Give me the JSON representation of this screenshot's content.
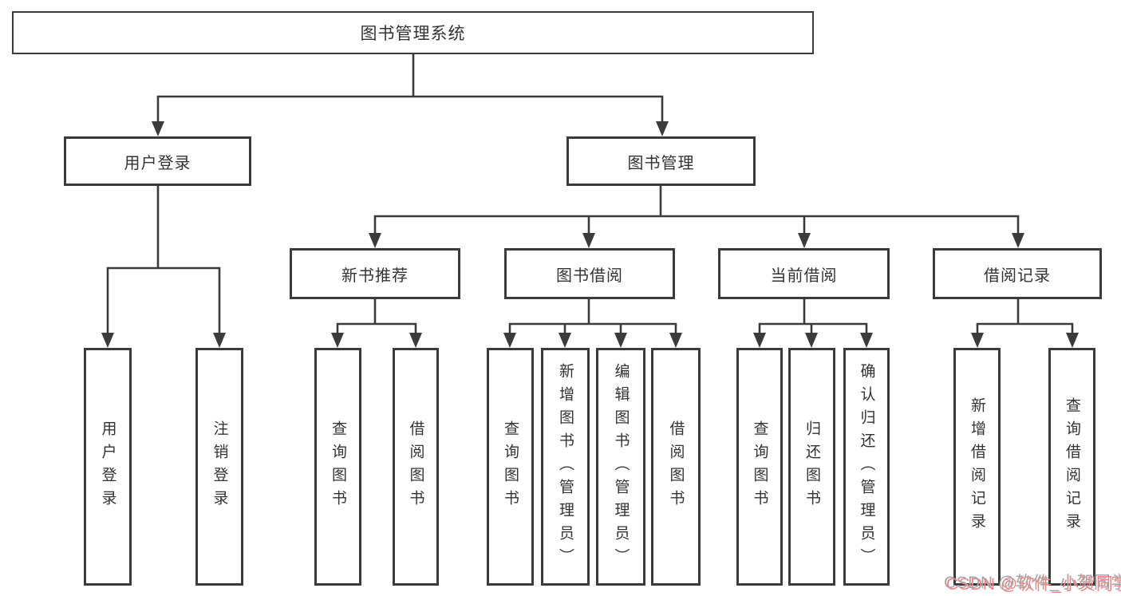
{
  "diagram_type": "functional-structure-tree",
  "tree": {
    "label": "图书管理系统",
    "children": [
      {
        "label": "用户登录",
        "children": [
          {
            "label": "用户登录"
          },
          {
            "label": "注销登录"
          }
        ]
      },
      {
        "label": "图书管理",
        "children": [
          {
            "label": "新书推荐",
            "children": [
              {
                "label": "查询图书"
              },
              {
                "label": "借阅图书"
              }
            ]
          },
          {
            "label": "图书借阅",
            "children": [
              {
                "label": "查询图书"
              },
              {
                "label": "新增图书（管理员）"
              },
              {
                "label": "编辑图书（管理员）"
              },
              {
                "label": "借阅图书"
              }
            ]
          },
          {
            "label": "当前借阅",
            "children": [
              {
                "label": "查询图书"
              },
              {
                "label": "归还图书"
              },
              {
                "label": "确认归还（管理员）"
              }
            ]
          },
          {
            "label": "借阅记录",
            "children": [
              {
                "label": "新增借阅记录"
              },
              {
                "label": "查询借阅记录"
              }
            ]
          }
        ]
      }
    ]
  },
  "watermark": {
    "text": "CSDN @软件_小贺同学"
  },
  "colors": {
    "background": "#ffffff",
    "line": "#3b3b3b",
    "box_border": "#3b3b3b",
    "text": "#333333",
    "watermark_gray": "#a6a6a6",
    "watermark_shadow_red": "#fc8080"
  }
}
